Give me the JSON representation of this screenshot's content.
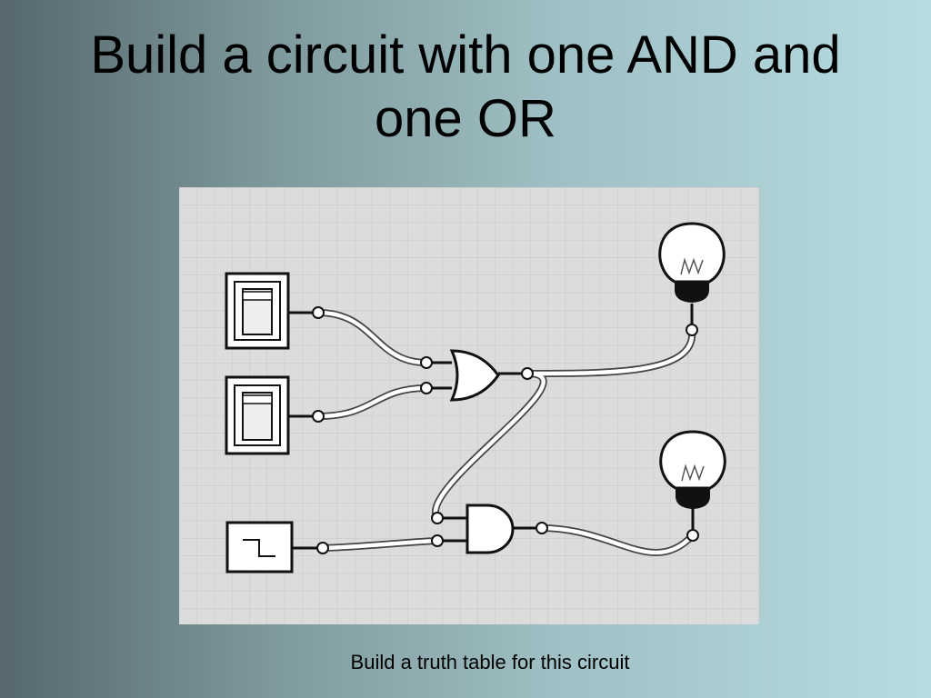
{
  "slide": {
    "title_line1": "Build a circuit with one AND and",
    "title_line2": "one OR",
    "caption": "Build a truth table for this circuit"
  },
  "diagram": {
    "components": [
      "toggle-switch",
      "toggle-switch",
      "clock",
      "or-gate",
      "and-gate",
      "light-bulb",
      "light-bulb"
    ],
    "colors": {
      "grid_background": "#dcdcdc",
      "grid_line": "#c8c8c8",
      "wire": "#ffffff",
      "outline": "#111111"
    }
  }
}
